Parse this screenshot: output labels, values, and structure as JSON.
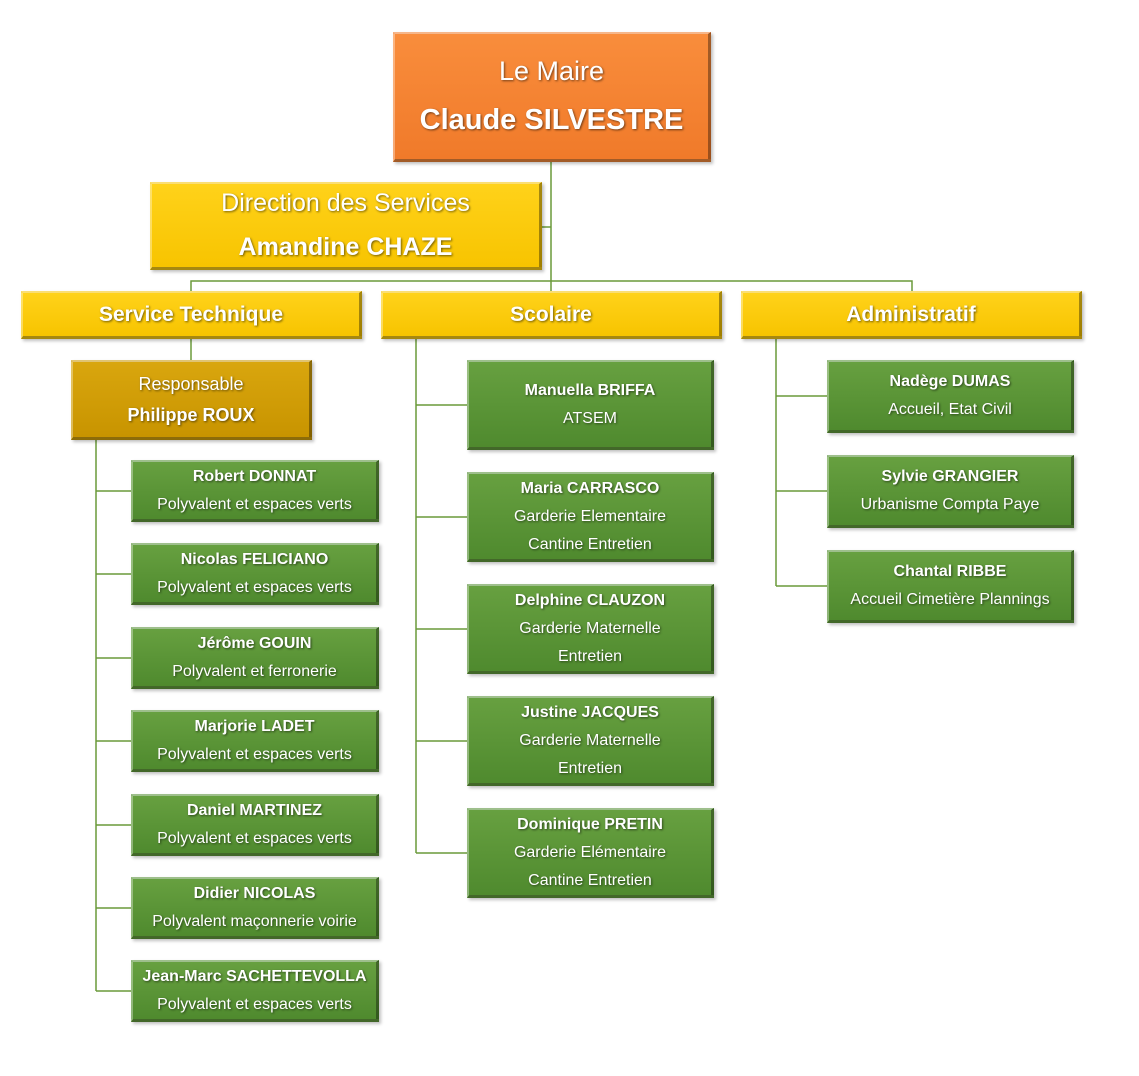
{
  "colors": {
    "mayor": "#f5843a",
    "direction": "#ffcc00",
    "service": "#ffcc00",
    "responsable": "#cc9a06",
    "employee": "#5a9436",
    "connector": "#6a9a3a"
  },
  "mayor": {
    "role": "Le Maire",
    "name": "Claude SILVESTRE"
  },
  "direction": {
    "role": "Direction des Services",
    "name": "Amandine CHAZE"
  },
  "services": [
    {
      "title": "Service Technique",
      "responsable": {
        "role": "Responsable",
        "name": "Philippe ROUX"
      },
      "staff": [
        {
          "name": "Robert DONNAT",
          "jobs": [
            "Polyvalent et espaces verts"
          ]
        },
        {
          "name": "Nicolas FELICIANO",
          "jobs": [
            "Polyvalent et espaces verts"
          ]
        },
        {
          "name": "Jérôme GOUIN",
          "jobs": [
            "Polyvalent et ferronerie"
          ]
        },
        {
          "name": "Marjorie LADET",
          "jobs": [
            "Polyvalent et espaces verts"
          ]
        },
        {
          "name": "Daniel MARTINEZ",
          "jobs": [
            "Polyvalent et espaces verts"
          ]
        },
        {
          "name": "Didier NICOLAS",
          "jobs": [
            "Polyvalent maçonnerie voirie"
          ]
        },
        {
          "name": "Jean-Marc SACHETTEVOLLA",
          "jobs": [
            "Polyvalent et espaces verts"
          ]
        }
      ]
    },
    {
      "title": "Scolaire",
      "staff": [
        {
          "name": "Manuella BRIFFA",
          "jobs": [
            "ATSEM"
          ]
        },
        {
          "name": "Maria CARRASCO",
          "jobs": [
            "Garderie Elementaire",
            "Cantine Entretien"
          ]
        },
        {
          "name": "Delphine CLAUZON",
          "jobs": [
            "Garderie Maternelle",
            "Entretien"
          ]
        },
        {
          "name": "Justine JACQUES",
          "jobs": [
            "Garderie Maternelle",
            "Entretien"
          ]
        },
        {
          "name": "Dominique PRETIN",
          "jobs": [
            "Garderie Elémentaire",
            "Cantine Entretien"
          ]
        }
      ]
    },
    {
      "title": "Administratif",
      "staff": [
        {
          "name": "Nadège DUMAS",
          "jobs": [
            "Accueil, Etat Civil"
          ]
        },
        {
          "name": "Sylvie GRANGIER",
          "jobs": [
            "Urbanisme Compta Paye"
          ]
        },
        {
          "name": "Chantal RIBBE",
          "jobs": [
            "Accueil Cimetière Plannings"
          ]
        }
      ]
    }
  ]
}
